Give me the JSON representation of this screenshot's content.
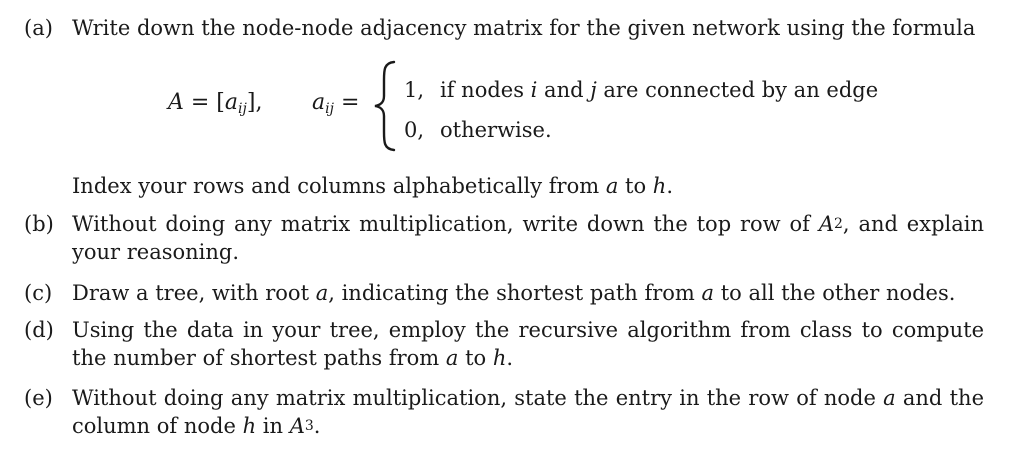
{
  "items": {
    "a": {
      "label": "(a)",
      "text_pre": "Write down the node-node adjacency matrix for the given network using the formula",
      "formula": {
        "A_def_left": "A",
        "A_def_eq": " = [",
        "A_def_a": "a",
        "A_def_sub": "ij",
        "A_def_end": "],",
        "aij_a": "a",
        "aij_sub": "ij",
        "aij_eq": " =",
        "case1_value": "1,",
        "case1_text_pre": "if nodes ",
        "case1_i": "i",
        "case1_text_mid": " and ",
        "case1_j": "j",
        "case1_text_post": " are connected by an edge",
        "case2_value": "0,",
        "case2_text": "otherwise."
      },
      "index_pre": "Index your rows and columns alphabetically from ",
      "index_a": "a",
      "index_mid": " to ",
      "index_h": "h",
      "index_post": "."
    },
    "b": {
      "label": "(b)",
      "text_pre": "Without doing any matrix multiplication, write down the top row of ",
      "A": "A",
      "sup": "2",
      "text_post": ", and explain your reasoning."
    },
    "c": {
      "label": "(c)",
      "text_pre": "Draw a tree, with root ",
      "a": "a",
      "text_mid": ", indicating the shortest path from ",
      "a2": "a",
      "text_post": " to all the other nodes."
    },
    "d": {
      "label": "(d)",
      "text_pre": "Using the data in your tree, employ the recursive algorithm from class to compute the number of shortest paths from ",
      "a": "a",
      "text_mid": " to ",
      "h": "h",
      "text_post": "."
    },
    "e": {
      "label": "(e)",
      "text_pre": "Without doing any matrix multiplication, state the entry in the row of node ",
      "a": "a",
      "text_mid": " and the column of node ",
      "h": "h",
      "text_in": " in ",
      "A": "A",
      "sup": "3",
      "text_post": "."
    }
  }
}
